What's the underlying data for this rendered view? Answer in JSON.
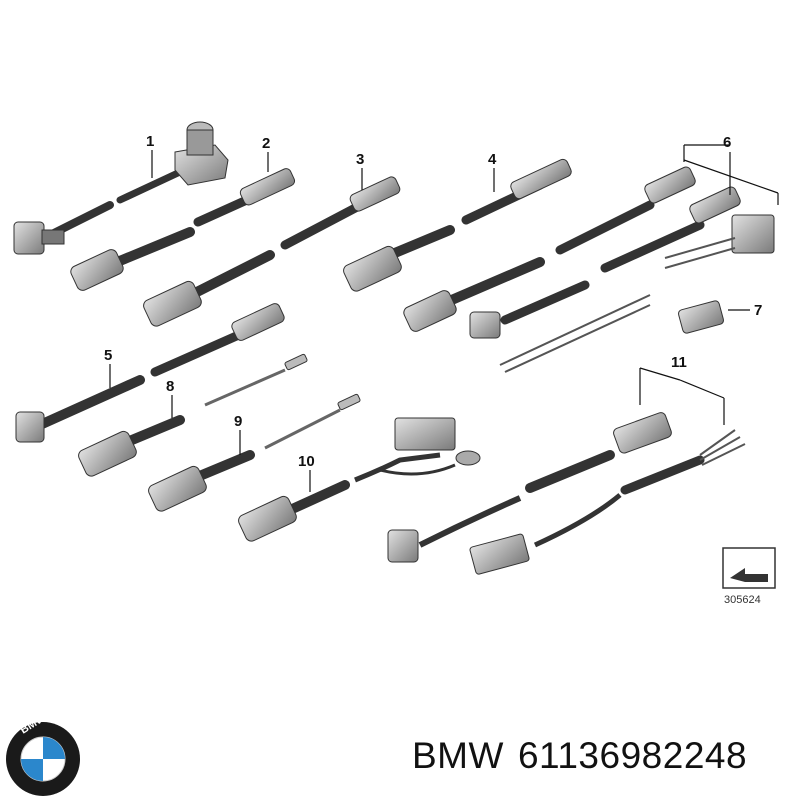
{
  "diagram": {
    "callouts": [
      "1",
      "2",
      "3",
      "4",
      "5",
      "6",
      "7",
      "8",
      "9",
      "10",
      "11"
    ],
    "reference_number": "305624"
  },
  "brand": {
    "logo_letters": "BMW",
    "logo_colors": {
      "ring": "#1a1a1a",
      "blue": "#2b87cc",
      "white": "#ffffff"
    },
    "name": "BMW",
    "part_number": "61136982248"
  }
}
